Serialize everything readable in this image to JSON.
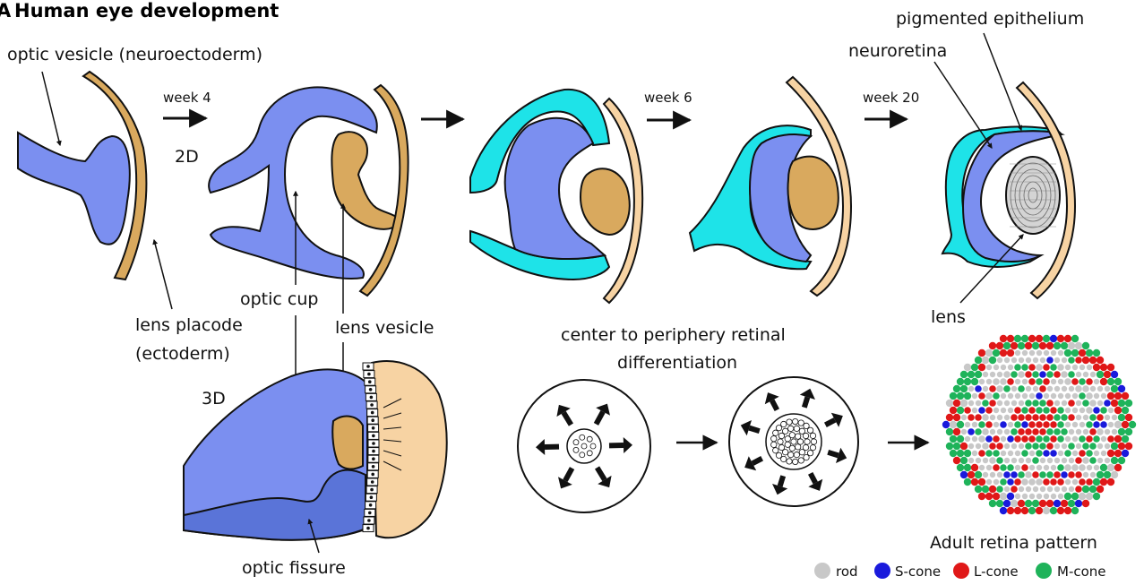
{
  "panel": {
    "letter": "A",
    "title": "Human eye development"
  },
  "labels": {
    "optic_vesicle": "optic vesicle (neuroectoderm)",
    "lens_placode_1": "lens placode",
    "lens_placode_2": "(ectoderm)",
    "view_2d": "2D",
    "view_3d": "3D",
    "optic_cup": "optic cup",
    "lens_vesicle": "lens vesicle",
    "optic_fissure": "optic fissure",
    "pigmented_epithelium": "pigmented epithelium",
    "neuroretina": "neuroretina",
    "lens": "lens",
    "differentiation_1": "center to periphery retinal",
    "differentiation_2": "differentiation",
    "adult_pattern": "Adult retina pattern"
  },
  "stages": [
    "week 4",
    "week 6",
    "week 20"
  ],
  "legend": [
    {
      "label": "rod",
      "color": "#c8c8c8"
    },
    {
      "label": "S-cone",
      "color": "#1a1adc"
    },
    {
      "label": "L-cone",
      "color": "#e01818"
    },
    {
      "label": "M-cone",
      "color": "#1fb35a"
    }
  ],
  "colors": {
    "neuroectoderm": "#7b8ff0",
    "neuroectoderm_dark": "#5a74d8",
    "ectoderm": "#d9a95e",
    "ectoderm_light": "#f7d3a3",
    "pigmented_epithelium": "#1ee3e8",
    "lens_gray": "#d4d4d4"
  }
}
